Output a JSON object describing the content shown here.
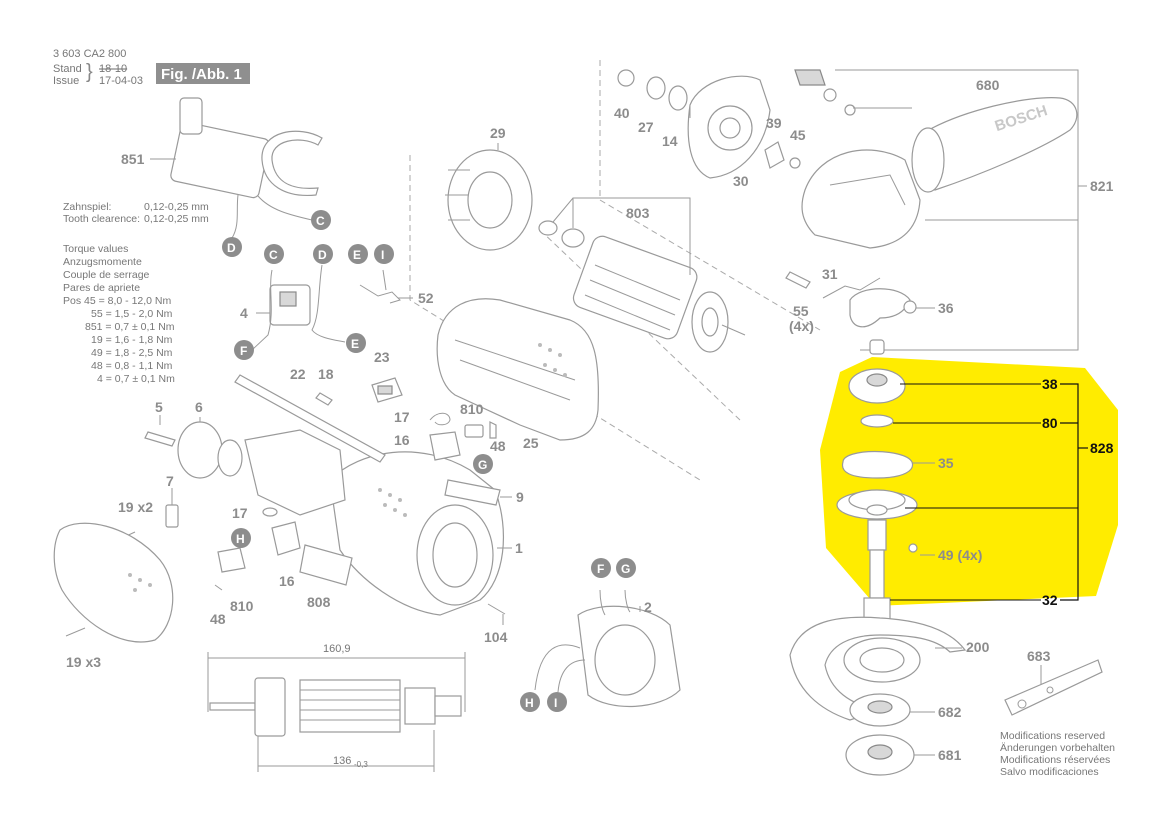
{
  "header": {
    "doc_number": "3 603 CA2 800",
    "stand_label": "Stand",
    "issue_label": "Issue",
    "stand_date": "18-10",
    "issue_date": "17-04-03",
    "figure_title": "Fig. /Abb. 1"
  },
  "tooth_clearance": {
    "de": "Zahnspiel:",
    "en": "Tooth clearence:",
    "value_de": "0,12-0,25 mm",
    "value_en": "0,12-0,25 mm"
  },
  "torque": {
    "headings": [
      "Torque values",
      "Anzugsmomente",
      "Couple de serrage",
      "Pares de apriete"
    ],
    "rows": [
      "Pos   45 = 8,0 - 12,0 Nm",
      "55 = 1,5 - 2,0 Nm",
      "851 = 0,7 ± 0,1 Nm",
      "19 = 1,6 - 1,8 Nm",
      "49 = 1,8 - 2,5 Nm",
      "48 = 0,8 - 1,1 Nm",
      "4 = 0,7 ± 0,1 Nm"
    ]
  },
  "parts": {
    "p851": "851",
    "p4": "4",
    "p52": "52",
    "p23": "23",
    "p22": "22",
    "p18": "18",
    "p5": "5",
    "p6": "6",
    "p7": "7",
    "p19x2": "19  x2",
    "p17a": "17",
    "p810a": "810",
    "p16a": "16",
    "p48a": "48",
    "p17b": "17",
    "p16b": "16",
    "p810b": "810",
    "p48b": "48",
    "p808": "808",
    "p9": "9",
    "p1": "1",
    "p19x3": "19  x3",
    "p25": "25",
    "p104": "104",
    "p2": "2",
    "p29": "29",
    "p803": "803",
    "p40": "40",
    "p27": "27",
    "p14": "14",
    "p30": "30",
    "p39": "39",
    "p45": "45",
    "p680": "680",
    "p821": "821",
    "p31": "31",
    "p55": "55",
    "p55q": "(4x)",
    "p36": "36",
    "p38": "38",
    "p80": "80",
    "p828": "828",
    "p35": "35",
    "p49": "49 (4x)",
    "p32": "32",
    "p200": "200",
    "p683": "683",
    "p682": "682",
    "p681": "681"
  },
  "dimensions": {
    "overall": "160,9",
    "inner": "136",
    "inner_tol": "-0,3"
  },
  "badges": {
    "c1": "C",
    "d1": "D",
    "c2": "C",
    "d2": "D",
    "e1": "E",
    "i1": "I",
    "f1": "F",
    "e2": "E",
    "g1": "G",
    "h1": "H",
    "f2": "F",
    "g2": "G",
    "h2": "H",
    "i2": "I"
  },
  "notes": [
    "Modifications reserved",
    "Änderungen vorbehalten",
    "Modifications réservées",
    "Salvo modificaciones"
  ],
  "colors": {
    "highlight": "#ffec00",
    "badge": "#8d8d8d",
    "line": "#9a9a9a"
  }
}
